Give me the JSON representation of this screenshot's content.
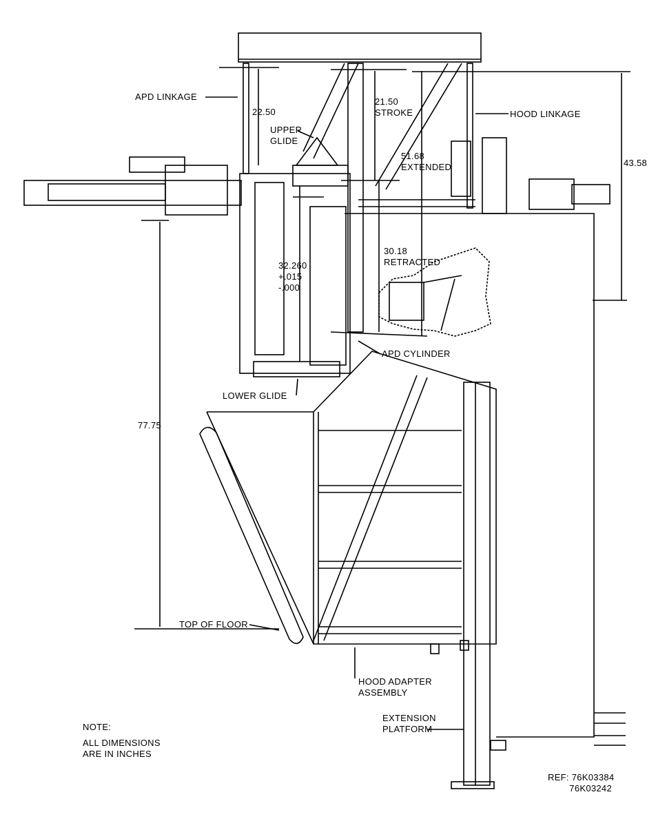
{
  "labels": {
    "apd_linkage": "APD LINKAGE",
    "hood_linkage": "HOOD LINKAGE",
    "upper_glide": "UPPER\nGLIDE",
    "lower_glide": "LOWER GLIDE",
    "apd_cylinder": "APD CYLINDER",
    "top_of_floor": "TOP OF FLOOR",
    "hood_adapter_assembly": "HOOD ADAPTER\nASSEMBLY",
    "extension_platform": "EXTENSION\nPLATFORM"
  },
  "dimensions": {
    "apd_linkage_len": "22.50",
    "stroke": "21.50\nSTROKE",
    "extended": "51.68\nEXTENDED",
    "retracted": "30.18\nRETRACTED",
    "glide_spacing": "32.260\n+.015\n-.000",
    "overall_height": "43.58",
    "floor_height": "77.75"
  },
  "note": {
    "title": "NOTE:",
    "text": "ALL DIMENSIONS\nARE IN INCHES"
  },
  "reference": "REF: 76K03384\n        76K03242"
}
